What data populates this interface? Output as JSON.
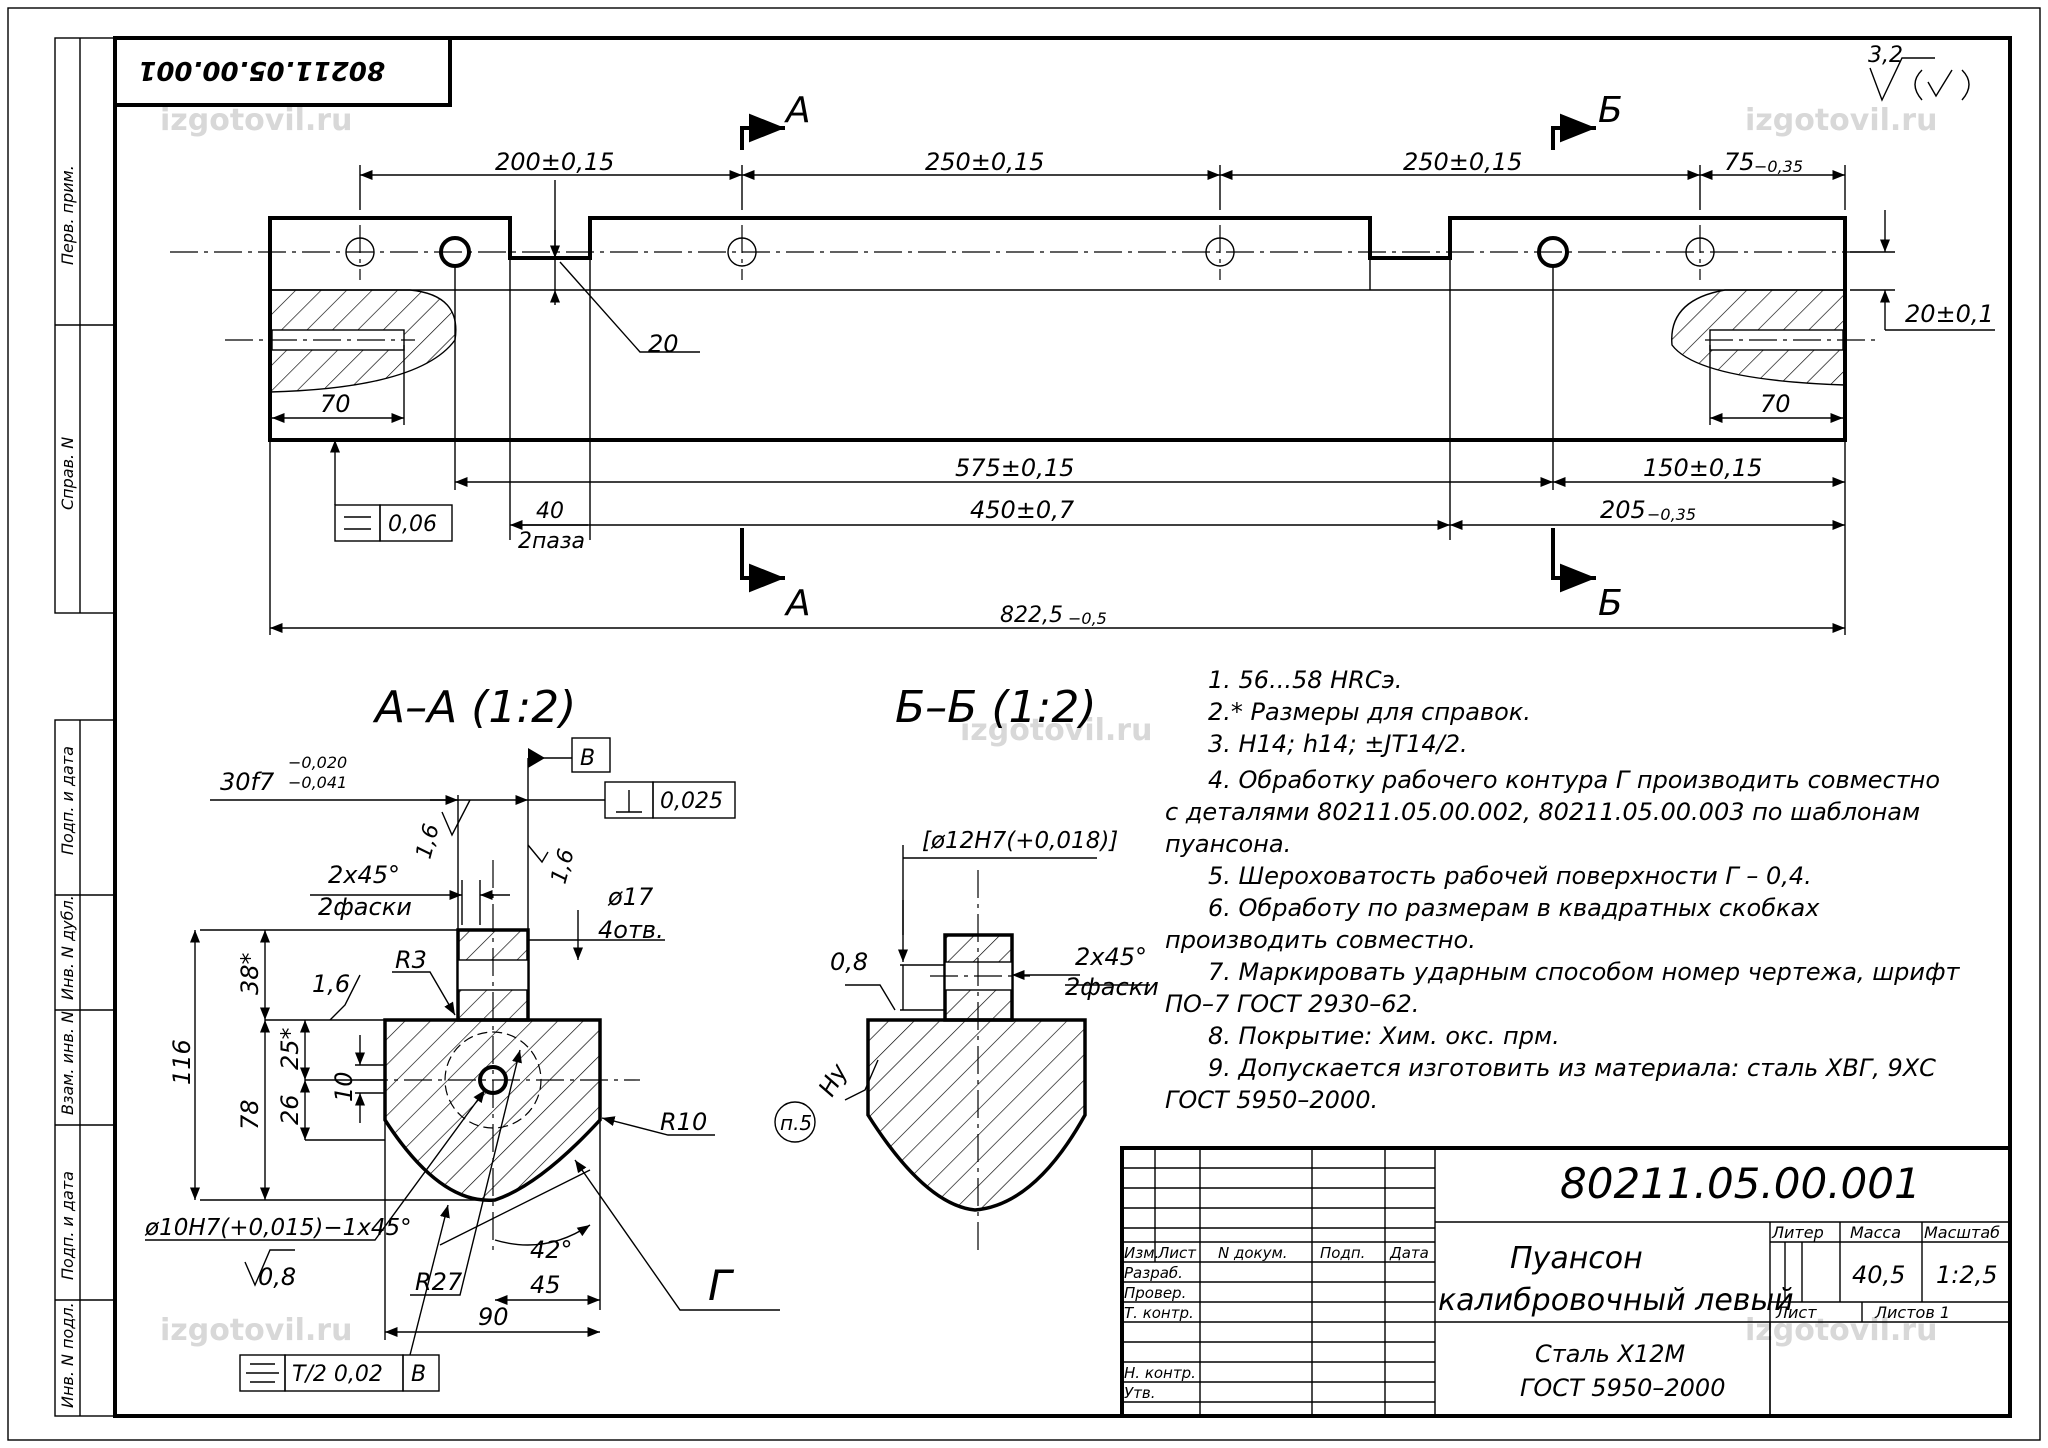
{
  "drawing_number": "80211.05.00.001",
  "roughness_general": "3,2",
  "watermark": "izgotovil.ru",
  "side_strip": {
    "top": [
      "Перв. прим.",
      "Справ. N"
    ],
    "bottom": [
      "Подп. и дата",
      "Инв. N дубл.",
      "Взам. инв. N",
      "Подп. и дата",
      "Инв. N подл."
    ]
  },
  "main_view": {
    "section_a_letter": "А",
    "section_b_letter": "Б",
    "dim_200": "200±0,15",
    "dim_250_1": "250±0,15",
    "dim_250_2": "250±0,15",
    "dim_75": "75",
    "dim_75_tol": "−0,35",
    "dim_20_leader": "20",
    "dim_20_01": "20±0,1",
    "dim_70_left": "70",
    "dim_70_right": "70",
    "dim_575": "575±0,15",
    "dim_150": "150±0,15",
    "dim_40": "40",
    "dim_2paza": "2паза",
    "dim_450": "450±0,7",
    "dim_205": "205",
    "dim_205_tol": "−0,35",
    "dim_822": "822,5",
    "dim_822_tol": "−0,5",
    "flatness": "0,06"
  },
  "section_aa": {
    "title": "А–А (1:2)",
    "datum": "В",
    "fit_30": "30f7",
    "fit_30_upper": "−0,020",
    "fit_30_lower": "−0,041",
    "perp_tol": "0,025",
    "rough_1": "1,6",
    "rough_2": "1,6",
    "rough_3": "1,6",
    "chamfer": "2x45°",
    "chamfer_count": "2фаски",
    "hole_dia": "ø17",
    "hole_count": "4отв.",
    "r3": "R3",
    "r10": "R10",
    "r27": "R27",
    "dim_116": "116",
    "dim_78": "78",
    "dim_38": "38*",
    "dim_25": "25*",
    "dim_26": "26",
    "dim_10": "10",
    "bore": "ø10H7(+0,015)−1x45°",
    "bore_rough": "0,8",
    "angle_42": "42°",
    "dim_45": "45",
    "dim_90": "90",
    "contour_letter": "Г",
    "sym_tol": "T/2 0,02",
    "sym_datum": "В"
  },
  "section_bb": {
    "title": "Б–Б (1:2)",
    "bore": "[ø12H7(+0,018)]",
    "rough": "0,8",
    "chamfer": "2x45°",
    "chamfer_count": "2фаски",
    "ny": "Ну",
    "note_ref": "п.5"
  },
  "notes": [
    "1. 56...58 HRCэ.",
    "2.* Размеры для справок.",
    "3. H14; h14; ±JT14/2.",
    "4. Обработку рабочего контура Г производить совместно",
    "с деталями 80211.05.00.002, 80211.05.00.003 по шаблонам",
    "пуансона.",
    "5. Шероховатость рабочей поверхности Г – 0,4.",
    "6. Обработу по размерам в квадратных скобках",
    "производить совместно.",
    "7. Маркировать ударным способом номер чертежа, шрифт",
    "ПО–7 ГОСТ 2930–62.",
    "8. Покрытие: Хим. окс. прм.",
    "9. Допускается изготовить из материала: сталь ХВГ, 9ХС",
    "ГОСТ 5950–2000."
  ],
  "title_block": {
    "designation": "80211.05.00.001",
    "name_line1": "Пуансон",
    "name_line2": "калибровочный левый",
    "material_line1": "Сталь Х12М",
    "material_line2": "ГОСТ 5950–2000",
    "col_izm": "Изм.",
    "col_list": "Лист",
    "col_ndok": "N докум.",
    "col_podp": "Подп.",
    "col_data": "Дата",
    "row_razrab": "Разраб.",
    "row_prover": "Провер.",
    "row_tkontr": "Т. контр.",
    "row_nkontr": "Н. контр.",
    "row_utv": "Утв.",
    "hdr_liter": "Литер",
    "hdr_massa": "Масса",
    "hdr_masshtab": "Масштаб",
    "massa": "40,5",
    "masshtab": "1:2,5",
    "list_label": "Лист",
    "listov_label": "Листов 1"
  }
}
